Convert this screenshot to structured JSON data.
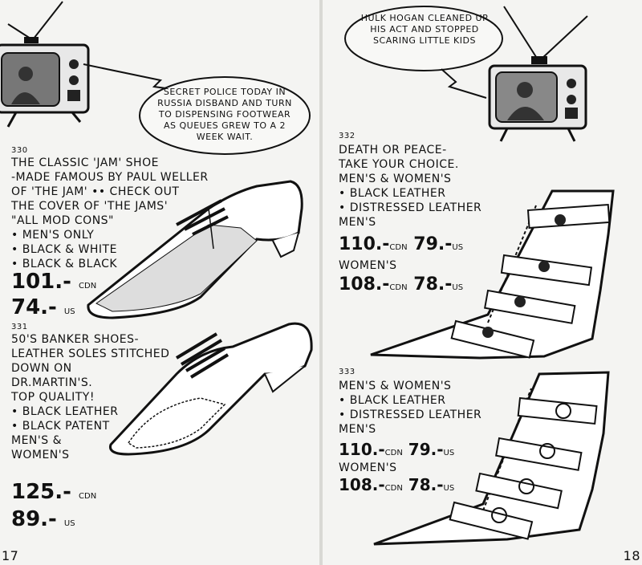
{
  "left": {
    "tv_caption": "SECRET POLICE TODAY IN RUSSIA DISBAND AND TURN TO DISPENSING FOOTWEAR AS QUEUES GREW TO A 2 WEEK WAIT.",
    "item330": {
      "number": "330",
      "lines": [
        "THE CLASSIC 'JAM' SHOE",
        "-MADE FAMOUS BY PAUL WELLER",
        "OF 'THE JAM' •• CHECK OUT",
        "THE COVER OF 'THE JAMS'",
        "\"ALL MOD CONS\"",
        "• MEN'S ONLY",
        "• BLACK & WHITE",
        "• BLACK & BLACK"
      ],
      "price_cdn": "101.-",
      "cdn": "CDN",
      "price_us": "74.-",
      "us": "US"
    },
    "item331": {
      "number": "331",
      "lines": [
        "50'S BANKER SHOES-",
        "LEATHER SOLES STITCHED",
        "DOWN ON",
        "DR.MARTIN'S.",
        "TOP QUALITY!",
        "• BLACK LEATHER",
        "• BLACK PATENT",
        "MEN'S &",
        "WOMEN'S"
      ],
      "price_cdn": "125.-",
      "cdn": "CDN",
      "price_us": "89.-",
      "us": "US"
    },
    "page_number": "17"
  },
  "right": {
    "tv_caption": "HULK HOGAN CLEANED UP HIS ACT AND STOPPED SCARING LITTLE KIDS",
    "item332": {
      "number": "332",
      "lines": [
        "DEATH OR PEACE-",
        "TAKE YOUR CHOICE.",
        "MEN'S & WOMEN'S",
        "• BLACK LEATHER",
        "• DISTRESSED LEATHER",
        "MEN'S"
      ],
      "men_cdn": "110.-",
      "men_us": "79.-",
      "women_label": "WOMEN'S",
      "women_cdn": "108.-",
      "women_us": "78.-",
      "cdn": "CDN",
      "us": "US"
    },
    "item333": {
      "number": "333",
      "lines": [
        "MEN'S & WOMEN'S",
        "• BLACK LEATHER",
        "• DISTRESSED LEATHER",
        "MEN'S"
      ],
      "men_cdn": "110.-",
      "men_us": "79.-",
      "women_label": "WOMEN'S",
      "women_cdn": "108.-",
      "women_us": "78.-",
      "cdn": "CDN",
      "us": "US"
    },
    "page_number": "18"
  }
}
